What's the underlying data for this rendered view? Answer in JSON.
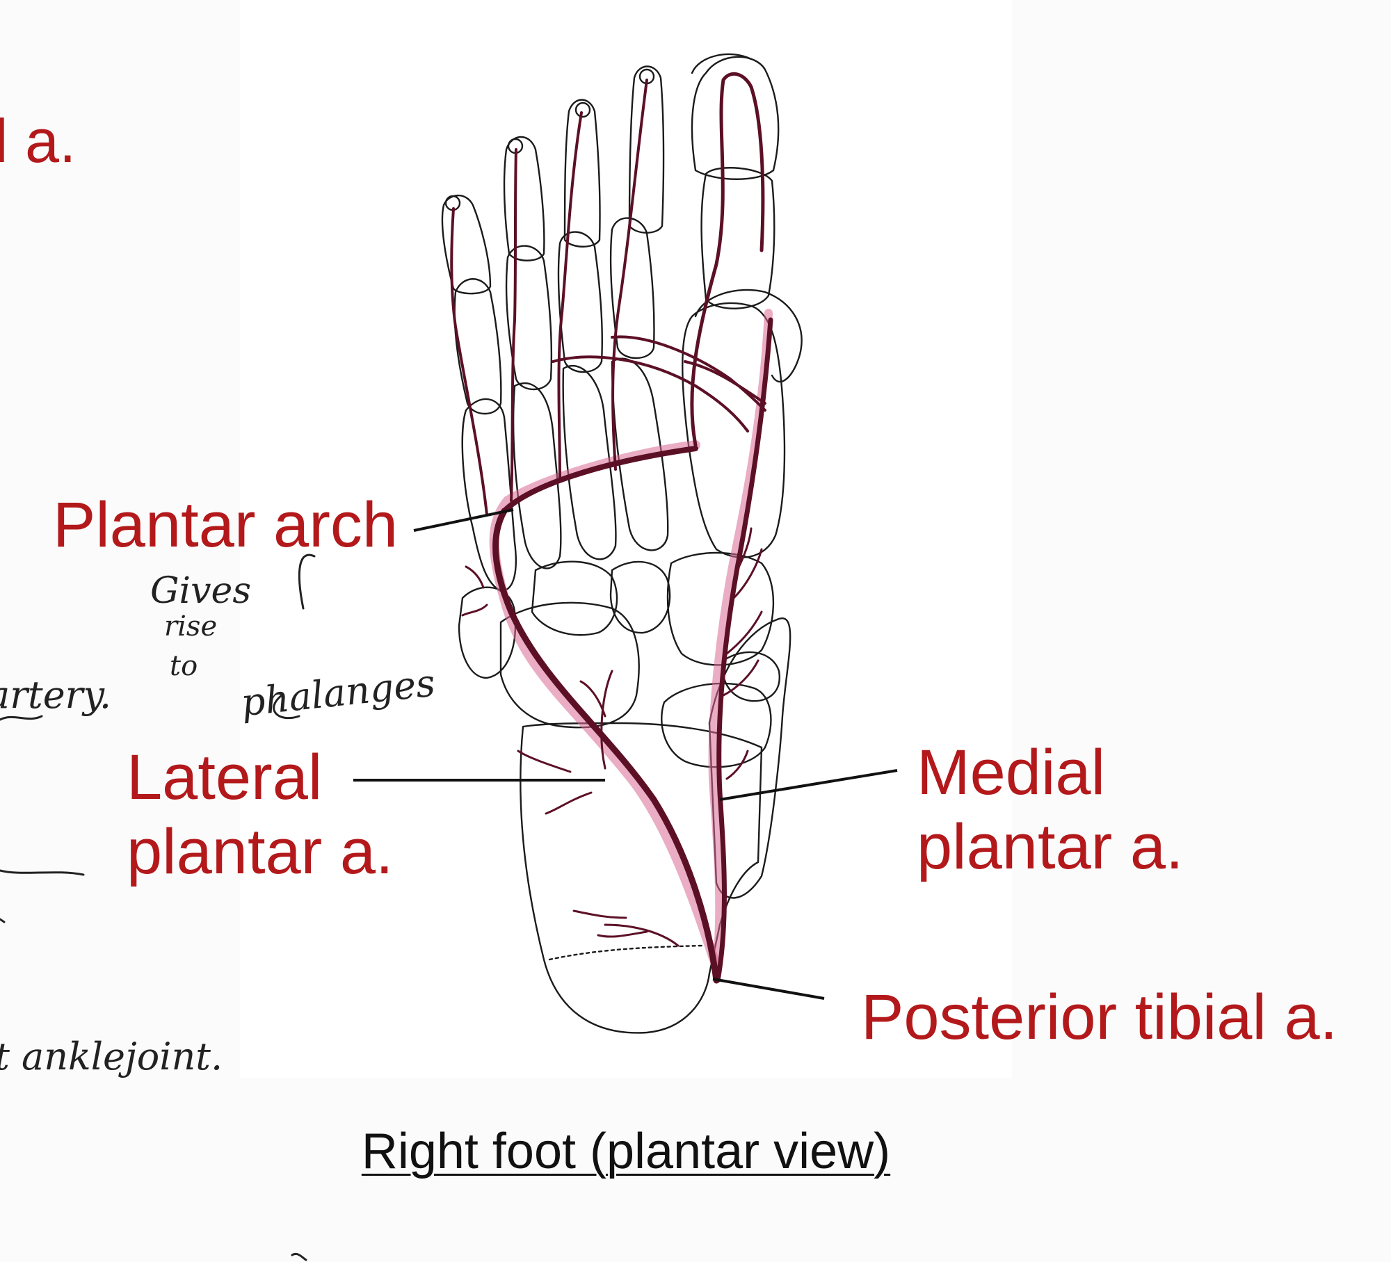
{
  "colors": {
    "label": "#b3191b",
    "caption": "#111111",
    "artery": "#5c1026",
    "artery_highlight": "#d86a94",
    "bone_outline": "#1b1b1b"
  },
  "labels": {
    "top_fragment": "l a.",
    "plantar_arch": "Plantar arch",
    "lateral_plantar_line1": "Lateral",
    "lateral_plantar_line2": "plantar a.",
    "medial_plantar_line1": "Medial",
    "medial_plantar_line2": "plantar a.",
    "posterior_tibial": "Posterior tibial a."
  },
  "caption": "Right foot (plantar view)",
  "handwriting": {
    "note_gives": "Gives",
    "note_rise": "rise",
    "note_to": "to",
    "note_phalanges": "phalanges",
    "note_artery": "artery.",
    "note_ankle": "at anklejoint."
  }
}
